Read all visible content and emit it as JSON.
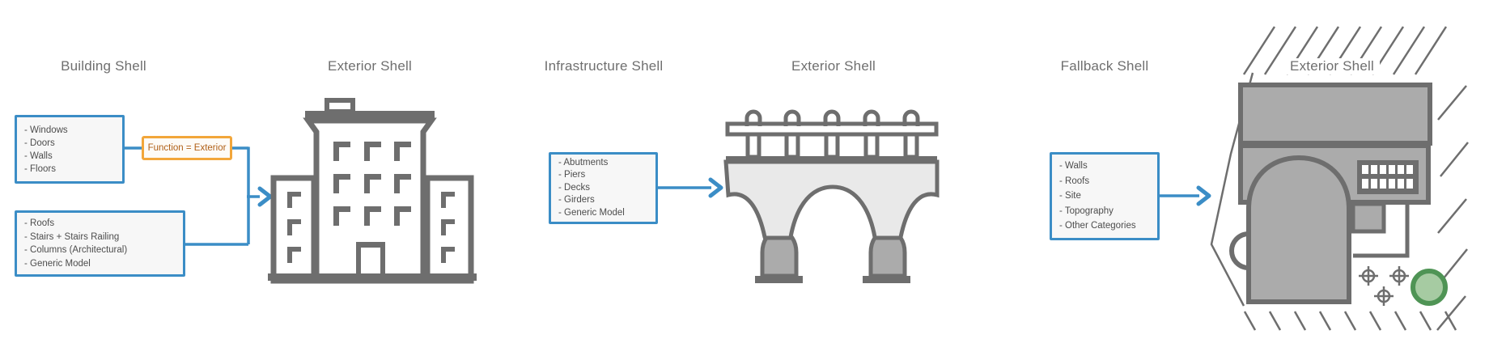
{
  "diagram_title": "Shell mapping diagram",
  "panels": [
    {
      "source_title": "Building Shell",
      "target_title": "Exterior Shell",
      "icon": "building-icon",
      "condition_label": "Function = Exterior",
      "boxes": [
        {
          "items": [
            "- Windows",
            "- Doors",
            "- Walls",
            "- Floors"
          ]
        },
        {
          "items": [
            "- Roofs",
            "- Stairs + Stairs Railing",
            "- Columns (Architectural)",
            "- Generic Model"
          ]
        }
      ]
    },
    {
      "source_title": "Infrastructure Shell",
      "target_title": "Exterior Shell",
      "icon": "bridge-icon",
      "boxes": [
        {
          "items": [
            "- Abutments",
            "- Piers",
            "- Decks",
            "- Girders",
            "- Generic Model"
          ]
        }
      ]
    },
    {
      "source_title": "Fallback Shell",
      "target_title": "Exterior Shell",
      "icon": "site-plan-icon",
      "boxes": [
        {
          "items": [
            "- Walls",
            "- Roofs",
            "- Site",
            "- Topography",
            "- Other Categories"
          ]
        }
      ]
    }
  ],
  "colors": {
    "accent_blue": "#3b8dc6",
    "condition_border_orange": "#f2a63a",
    "condition_text_orange": "#b05f15",
    "icon_stroke_gray": "#6e6e6e",
    "icon_fill_light": "#e9e9e9",
    "icon_fill_medium": "#ababab",
    "box_fill": "#f7f7f7",
    "list_text": "#4d4d4d",
    "title_text": "#6f6f6f",
    "tree_green_stroke": "#4f9455",
    "tree_green_fill": "#a6cba2"
  }
}
